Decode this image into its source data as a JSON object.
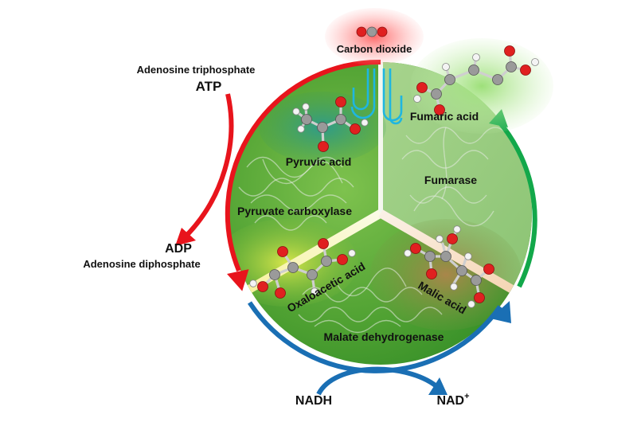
{
  "labels": {
    "co2": "Carbon dioxide",
    "atp_full": "Adenosine triphosphate",
    "atp": "ATP",
    "adp": "ADP",
    "adp_full": "Adenosine diphosphate",
    "nadh": "NADH",
    "nad": "NAD",
    "nad_sup": "+",
    "pyruvic_acid": "Pyruvic acid",
    "pyruvate_carboxylase": "Pyruvate carboxylase",
    "fumaric_acid": "Fumaric acid",
    "fumarase": "Fumarase",
    "oxaloacetic_acid": "Oxaloacetic acid",
    "malic_acid": "Malic acid",
    "malate_dehydrogenase": "Malate dehydrogenase"
  },
  "colors": {
    "atp_arrow": "#e8141c",
    "cycle_green": "#12a84a",
    "cycle_blue": "#1a6fb4",
    "co2_inlet": "#1fb6e0",
    "circle_green": "#5fb03c",
    "circle_light": "#a9d68f"
  }
}
